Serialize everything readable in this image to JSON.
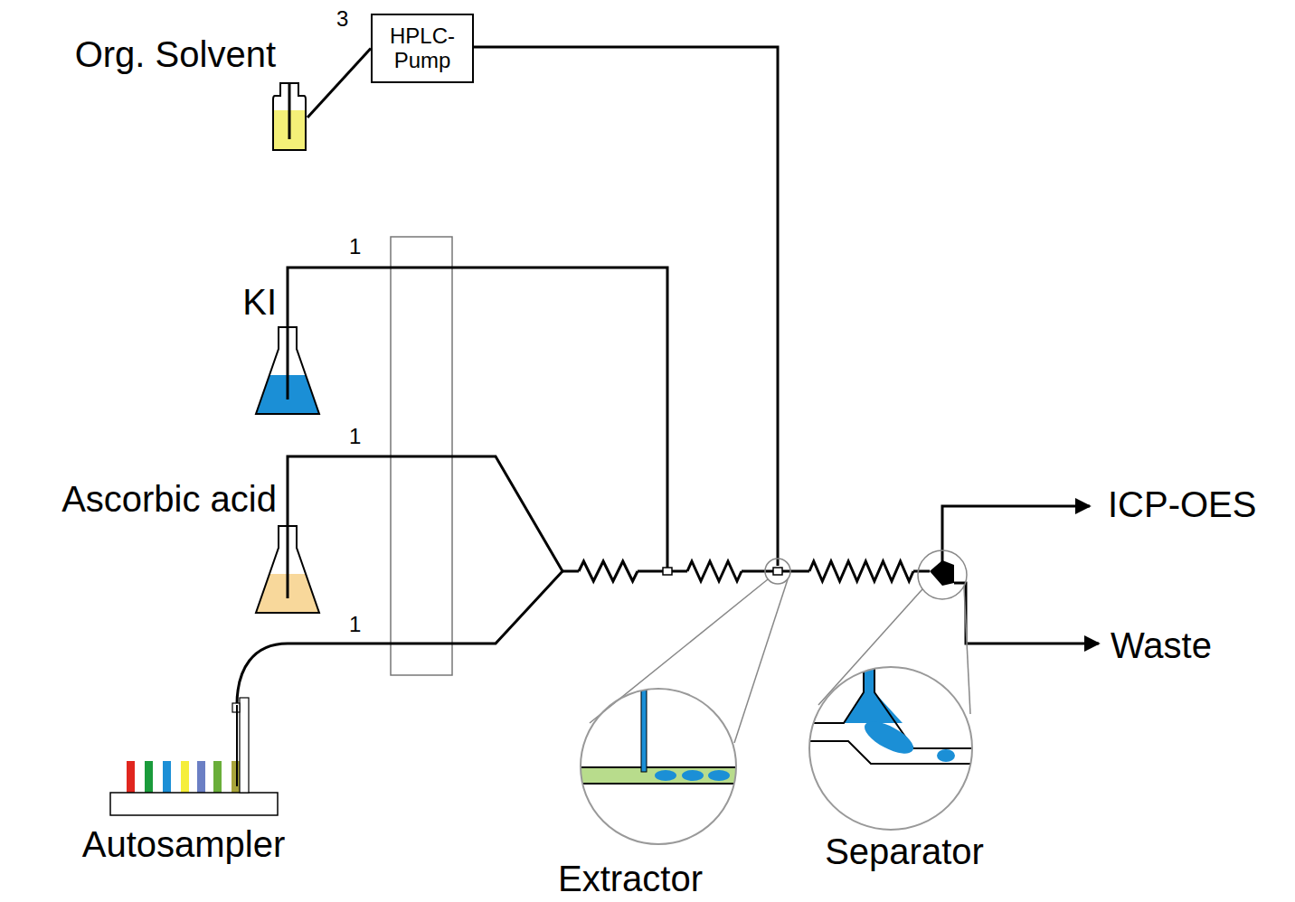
{
  "diagram": {
    "nodes": [
      {
        "text": [
          "Org. Solvent"
        ]
      },
      {
        "text": [
          "HPLC- Pump"
        ]
      },
      {
        "text": [
          "KI"
        ]
      },
      {
        "text": [
          "Ascorbic acid"
        ]
      },
      {
        "text": [
          "Autosampler"
        ]
      },
      {
        "text": [
          "Extractor"
        ]
      },
      {
        "text": [
          "Separator"
        ]
      }
    ],
    "edges": [
      {
        "from": 0,
        "to": 1,
        "arrow": "none",
        "label": "3"
      }
    ],
    "labels": [
      "1",
      "1",
      "1",
      "ICP-OES",
      "Waste"
    ]
  }
}
